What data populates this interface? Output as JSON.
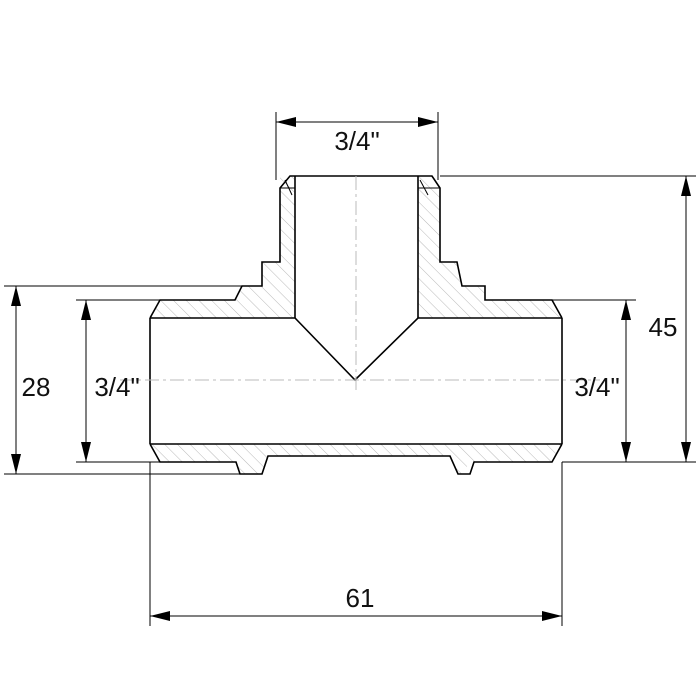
{
  "drawing": {
    "dimensions": {
      "top_thread": "3/4\"",
      "left_thread": "3/4\"",
      "right_thread": "3/4\"",
      "overall_length": "61",
      "height": "45",
      "body_height": "28"
    }
  }
}
